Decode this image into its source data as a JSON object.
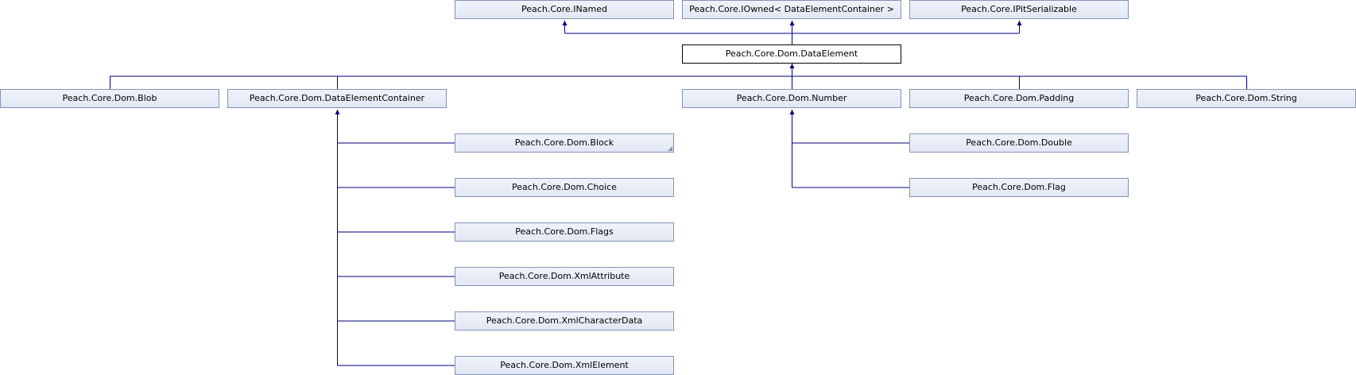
{
  "nodes": {
    "inamed": "Peach.Core.INamed",
    "iowned": "Peach.Core.IOwned< DataElementContainer >",
    "ipitserializable": "Peach.Core.IPitSerializable",
    "dataelement": "Peach.Core.Dom.DataElement",
    "blob": "Peach.Core.Dom.Blob",
    "dataelementcontainer": "Peach.Core.Dom.DataElementContainer",
    "number": "Peach.Core.Dom.Number",
    "padding": "Peach.Core.Dom.Padding",
    "string": "Peach.Core.Dom.String",
    "block": "Peach.Core.Dom.Block",
    "choice": "Peach.Core.Dom.Choice",
    "flags": "Peach.Core.Dom.Flags",
    "xmlattribute": "Peach.Core.Dom.XmlAttribute",
    "xmlcharacterdata": "Peach.Core.Dom.XmlCharacterData",
    "xmlelement": "Peach.Core.Dom.XmlElement",
    "double": "Peach.Core.Dom.Double",
    "flag": "Peach.Core.Dom.Flag"
  },
  "colors": {
    "edge": "#000080",
    "node_border": "#8592b8",
    "current_border": "#000000"
  }
}
